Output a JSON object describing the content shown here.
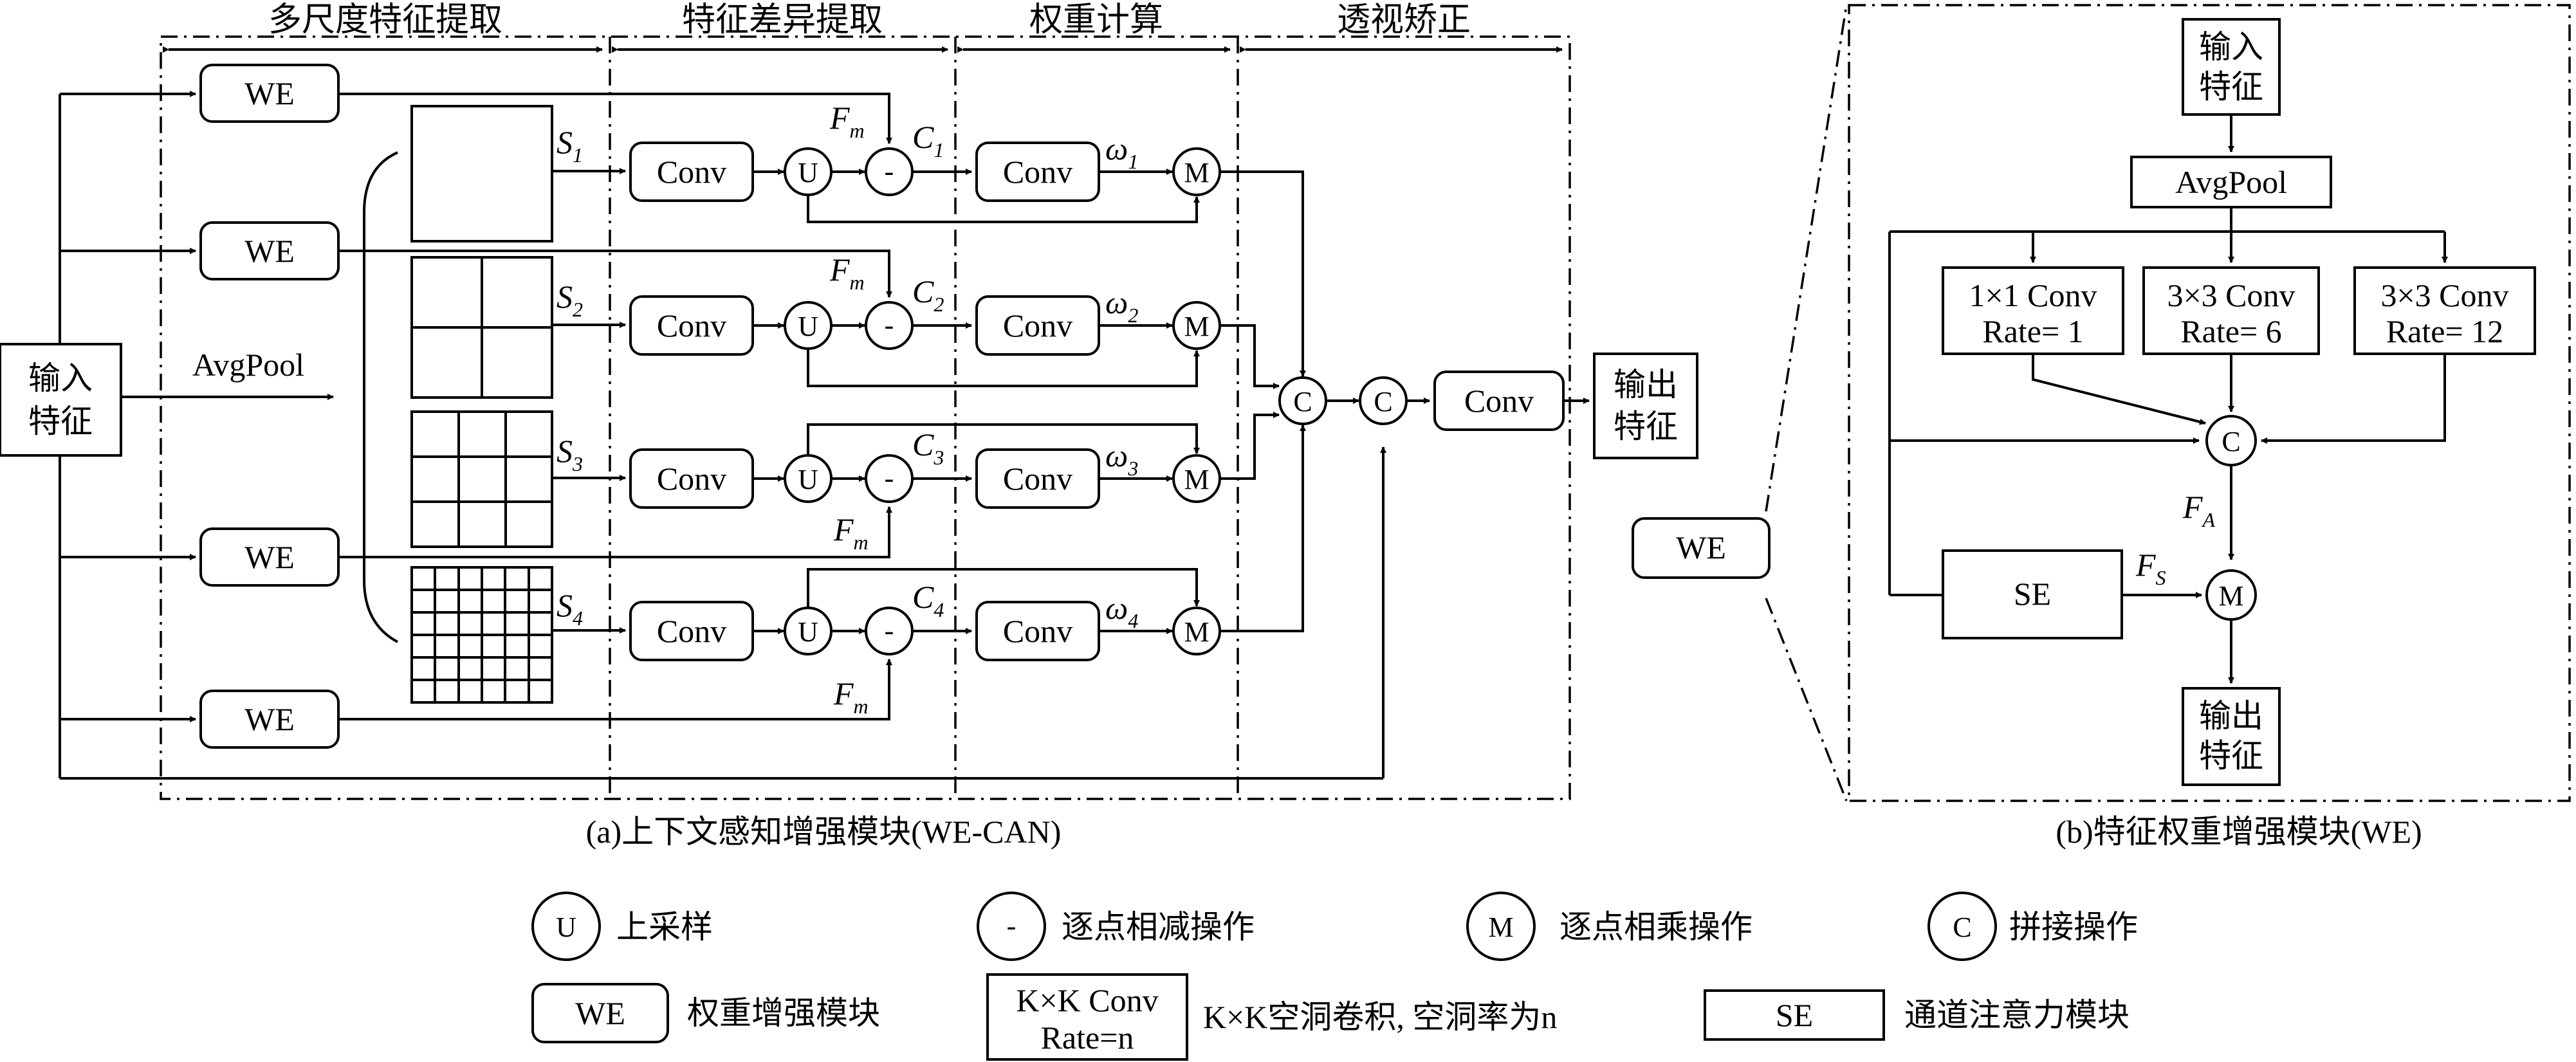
{
  "part_a": {
    "headers": {
      "multiscale": "多尺度特征提取",
      "diff": "特征差异提取",
      "weight": "权重计算",
      "persp": "透视矫正"
    },
    "input": [
      "输入",
      "特征"
    ],
    "output": [
      "输出",
      "特征"
    ],
    "avgpool": "AvgPool",
    "we": "WE",
    "conv": "Conv",
    "scales": [
      "1",
      "2",
      "3",
      "4"
    ],
    "fm_main": "F",
    "fm_sub": "m",
    "c_main": "C",
    "omega": "ω",
    "op_u": "U",
    "op_minus": "-",
    "op_m": "M",
    "op_c": "C",
    "caption": "(a)上下文感知增强模块(WE-CAN)"
  },
  "part_b": {
    "we": "WE",
    "input": [
      "输入",
      "特征"
    ],
    "avgpool": "AvgPool",
    "conv1": [
      "1×1 Conv",
      "Rate= 1"
    ],
    "conv2": [
      "3×3 Conv",
      "Rate= 6"
    ],
    "conv3": [
      "3×3 Conv",
      "Rate= 12"
    ],
    "op_c": "C",
    "op_m": "M",
    "fa_sub": "A",
    "fs_sub": "S",
    "f_main": "F",
    "se": "SE",
    "output": [
      "输出",
      "特征"
    ],
    "caption": "(b)特征权重增强模块(WE)"
  },
  "legend": {
    "u_sym": "U",
    "u_text": "上采样",
    "minus_sym": "-",
    "minus_text": "逐点相减操作",
    "m_sym": "M",
    "m_text": "逐点相乘操作",
    "c_sym": "C",
    "c_text": "拼接操作",
    "we_sym": "WE",
    "we_text": "权重增强模块",
    "kk_line1": "K×K Conv",
    "kk_line2": "Rate=n",
    "kk_text": "K×K空洞卷积, 空洞率为n",
    "se_sym": "SE",
    "se_text": "通道注意力模块"
  }
}
